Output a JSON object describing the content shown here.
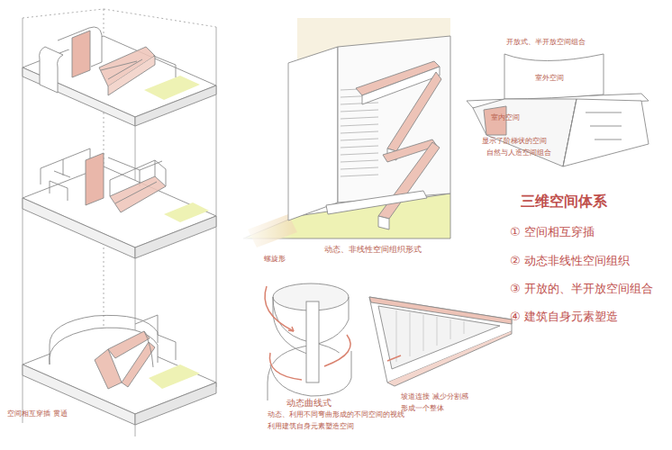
{
  "diagram": {
    "title": "三维空间体系",
    "labels": [
      "① 空间相互穿插",
      "② 动态非线性空间组织",
      "③ 开放的、半开放空间组合",
      "④ 建筑自身元素塑造",
      "开放式、半开放空间组合",
      "室外空间",
      "室内空间",
      "显示了阶梯状的空间",
      "自然与人造空间组合",
      "动态、非线性空间组织形式",
      "螺旋形",
      "动态曲线式",
      "动态、利用不同弯曲形成的不同空间的视线",
      "利用建筑自身元素塑造空间",
      "坡道连接  减少分割感",
      "形成一个整体",
      "空间相互穿插 贯通"
    ]
  }
}
